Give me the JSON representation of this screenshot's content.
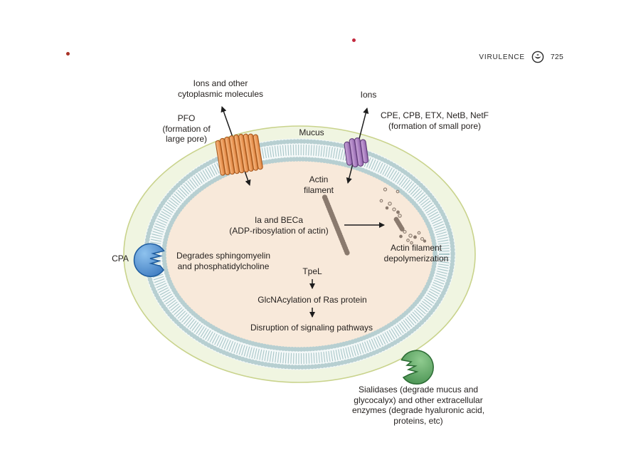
{
  "header": {
    "journal": "VIRULENCE",
    "page_number": "725"
  },
  "figure": {
    "labels": {
      "ions_large_pore": "Ions and other\ncytoplasmic molecules",
      "pfo": "PFO\n(formation of\nlarge pore)",
      "mucus": "Mucus",
      "ions_small_pore": "Ions",
      "small_pore_toxins": "CPE, CPB, ETX, NetB, NetF\n(formation of small pore)",
      "actin_filament": "Actin\nfilament",
      "ia_beca": "Ia and BECa\n(ADP-ribosylation of actin)",
      "actin_depolymerization": "Actin filament\ndepolymerization",
      "cpa": "CPA",
      "cpa_action": "Degrades sphingomyelin\nand phosphatidylcholine",
      "tpel": "TpeL",
      "tpel_action": "GlcNAcylation of Ras protein",
      "tpel_result": "Disruption of signaling pathways",
      "sialidases": "Sialidases (degrade mucus and\nglycocalyx) and other extracellular\nenzymes (degrade hyaluronic acid,\nproteins, etc)"
    },
    "icons": {
      "journal_logo": "journal-logo-icon",
      "annotation_dot": "red-annotation-dot"
    },
    "colors": {
      "mucus_fill": "#f0f5e1",
      "mucus_border": "#c9d38c",
      "membrane": "#a2c2c4",
      "cytoplasm": "#f8e9da",
      "pfo_pore": "#ec9c5e",
      "small_pore": "#ae84c4",
      "cpa_enzyme": "#4f94d4",
      "sialidase_enzyme": "#4f9d55",
      "annotation_dot_left": "#a93226",
      "annotation_dot_center": "#c3293e",
      "arrow": "#1c1c1c",
      "text": "#262220"
    }
  }
}
